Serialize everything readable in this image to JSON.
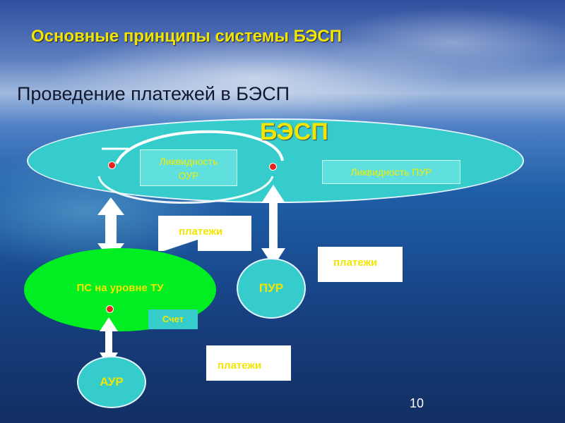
{
  "slide": {
    "title": "Основные принципы системы БЭСП",
    "subtitle": "Проведение платежей в БЭСП",
    "page_number": "10"
  },
  "diagram": {
    "besp_label": "БЭСП",
    "liquidity_our_line1": "Ликвидность",
    "liquidity_our_line2": "ОУР",
    "liquidity_pur": "Ликвидность ПУР",
    "ps_label": "ПС на уровне ТУ",
    "account_label": "Счет",
    "pur_label": "ПУР",
    "aur_label": "АУР",
    "payments_1": "платежи",
    "payments_2": "платежи",
    "payments_3": "платежи"
  },
  "colors": {
    "accent_text": "#f2e600",
    "cyan": "#36cccc",
    "green": "#00ee22",
    "dot": "#e8241c"
  }
}
